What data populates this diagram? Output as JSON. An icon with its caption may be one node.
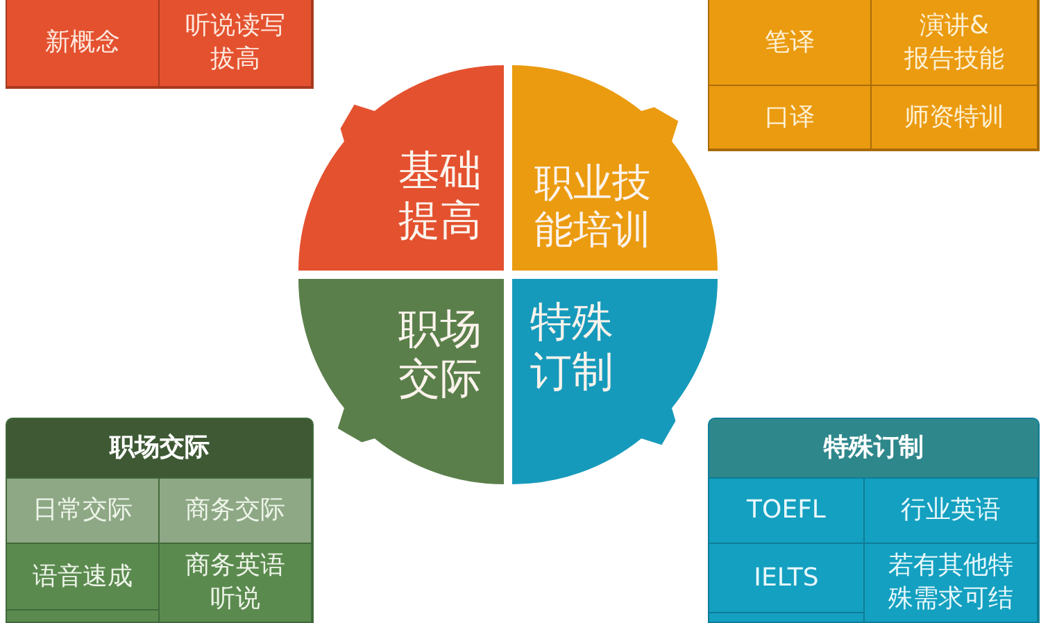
{
  "diagram": {
    "nodes": [
      {
        "text": [],
        "shape": "box"
      },
      {
        "text": [
          "新概念"
        ],
        "in": 0
      },
      {
        "text": [
          "听说读写拔高"
        ],
        "in": 0
      },
      {
        "text": [],
        "shape": "box"
      },
      {
        "text": [
          "笔译"
        ],
        "in": 3
      },
      {
        "text": [
          "演讲& 报告技能"
        ],
        "in": 3
      },
      {
        "text": [
          "口译"
        ],
        "in": 3
      },
      {
        "text": [
          "师资特训"
        ],
        "in": 3
      },
      {
        "text": [
          "基础提高"
        ]
      },
      {
        "text": [
          "职业技能培训"
        ]
      },
      {
        "text": [
          "职场交际"
        ]
      },
      {
        "text": [
          "特殊订制"
        ]
      },
      {
        "text": [
          "职场交际"
        ]
      },
      {
        "text": [
          "日常交际"
        ],
        "in": 12
      },
      {
        "text": [
          "商务交际"
        ],
        "in": 12
      },
      {
        "text": [
          "语音速成"
        ],
        "in": 12
      },
      {
        "text": [
          "商务英语听说"
        ],
        "in": 12
      },
      {
        "text": [],
        "shape": "box",
        "in": 12
      },
      {
        "text": [
          "特殊订制"
        ]
      },
      {
        "text": [
          "TOEFL"
        ],
        "in": 18
      },
      {
        "text": [
          "行业英语"
        ],
        "in": 18
      },
      {
        "text": [
          "IELTS"
        ],
        "in": 18
      },
      {
        "text": [
          "若有其他特殊需求可结"
        ],
        "in": 18
      },
      {
        "text": [],
        "shape": "box",
        "in": 18
      }
    ]
  }
}
